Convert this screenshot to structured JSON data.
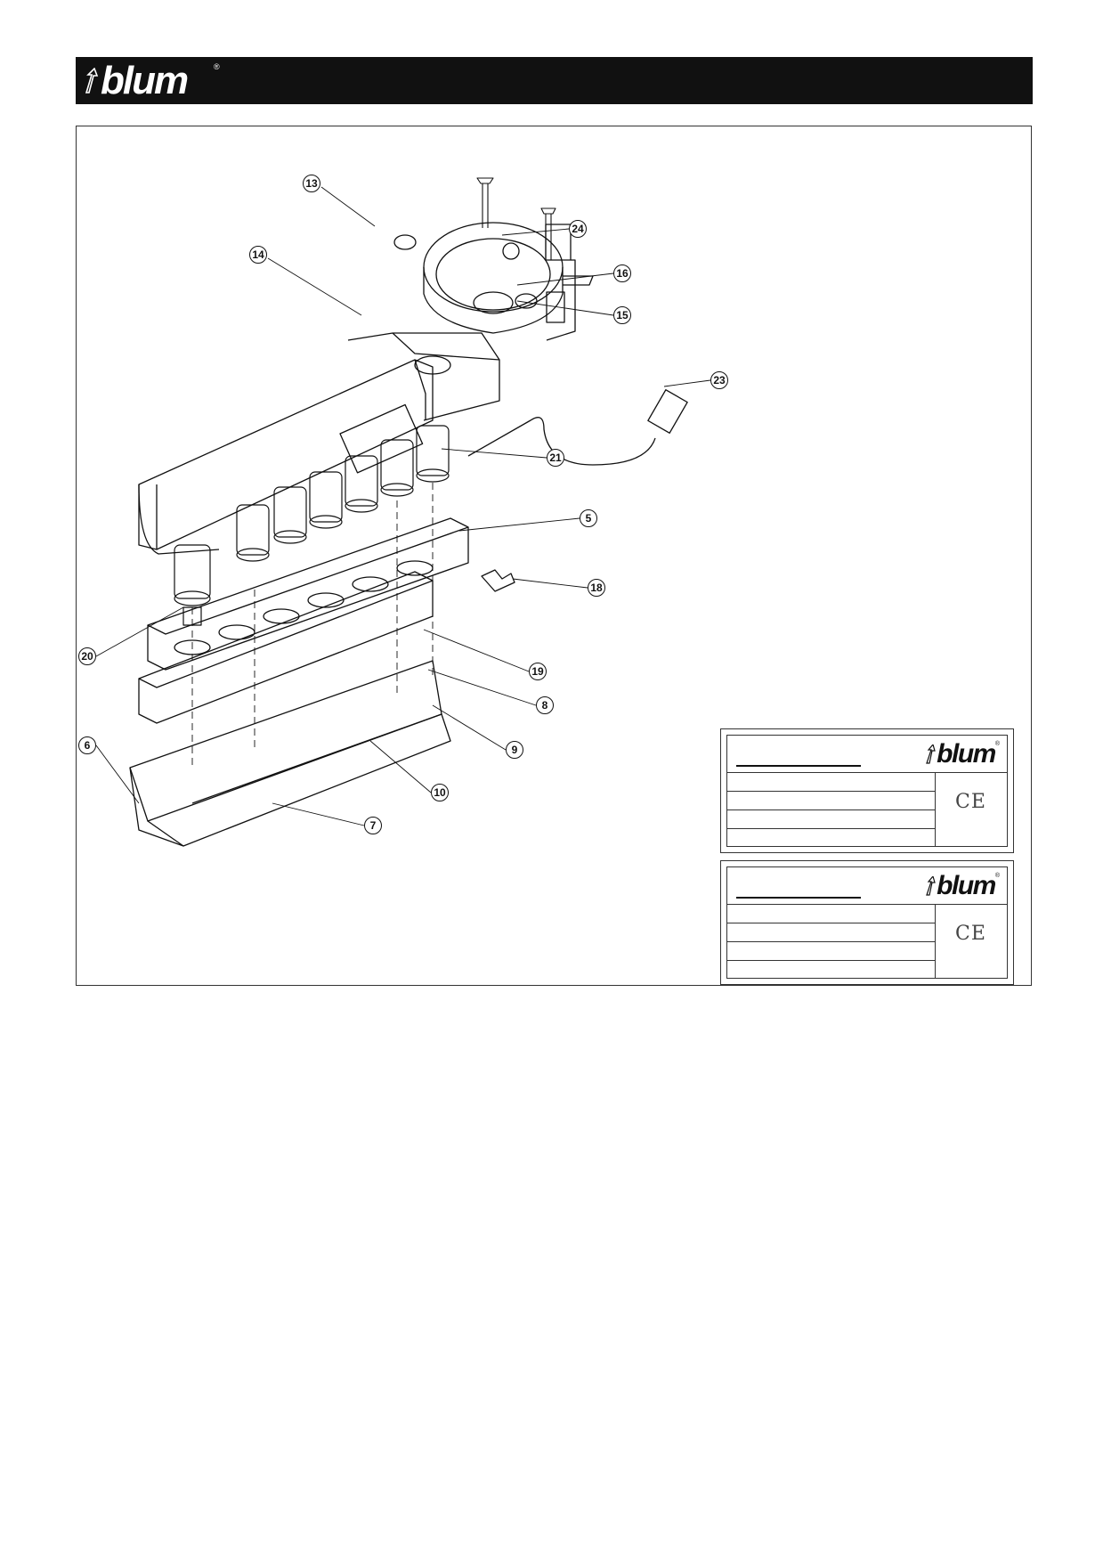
{
  "header": {
    "brand": "blum",
    "registered": "®"
  },
  "callouts": [
    {
      "id": "c13",
      "label": "13"
    },
    {
      "id": "c14",
      "label": "14"
    },
    {
      "id": "c24",
      "label": "24"
    },
    {
      "id": "c16",
      "label": "16"
    },
    {
      "id": "c15",
      "label": "15"
    },
    {
      "id": "c23",
      "label": "23"
    },
    {
      "id": "c21",
      "label": "21"
    },
    {
      "id": "c5",
      "label": "5"
    },
    {
      "id": "c18",
      "label": "18"
    },
    {
      "id": "c20",
      "label": "20"
    },
    {
      "id": "c19",
      "label": "19"
    },
    {
      "id": "c8",
      "label": "8"
    },
    {
      "id": "c9",
      "label": "9"
    },
    {
      "id": "c6",
      "label": "6"
    },
    {
      "id": "c10",
      "label": "10"
    },
    {
      "id": "c7",
      "label": "7"
    }
  ],
  "rating_labels": [
    {
      "brand": "blum",
      "registered": "®",
      "mark": "CE"
    },
    {
      "brand": "blum",
      "registered": "®",
      "mark": "CE"
    }
  ]
}
